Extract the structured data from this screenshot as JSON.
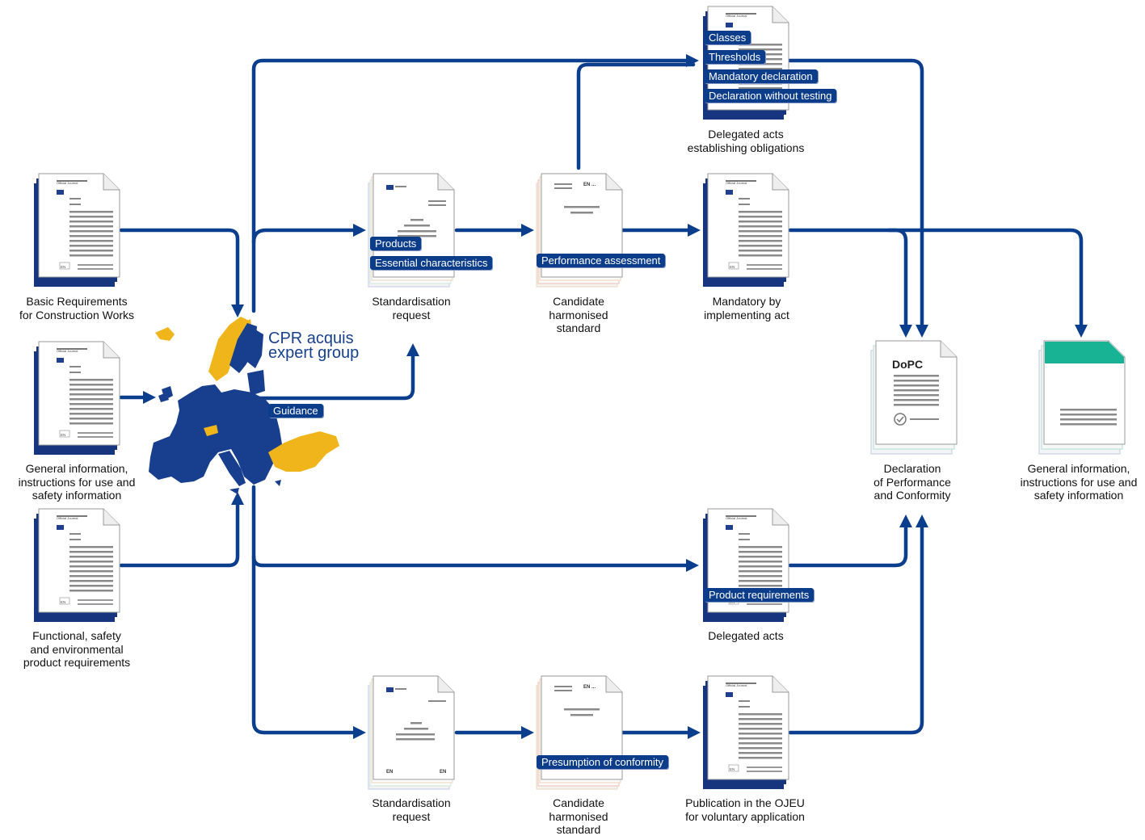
{
  "colors": {
    "arrow": "#0b3e8c",
    "eu_blue": "#173f8e",
    "eu_yellow": "#f1b51c",
    "teal": "#17b394",
    "tag_bg": "#0c3d8a"
  },
  "documents": {
    "basic_requirements": {
      "caption": "Basic Requirements\nfor Construction Works",
      "icon": "official-journal-stack-icon"
    },
    "general_information_input": {
      "caption": "General information,\ninstructions for use and\nsafety information",
      "icon": "official-journal-stack-icon"
    },
    "product_requirements_input": {
      "caption": "Functional, safety\nand environmental\nproduct requirements",
      "icon": "official-journal-stack-icon"
    },
    "standardisation_request_top": {
      "caption": "Standardisation\nrequest",
      "tags": [
        "Products",
        "Essential characteristics"
      ]
    },
    "candidate_standard_top": {
      "caption": "Candidate\nharmonised\nstandard",
      "code": "EN ...",
      "tag": "Performance assessment"
    },
    "delegated_acts_obligations": {
      "caption": "Delegated acts\nestablishing obligations",
      "tags": [
        "Classes",
        "Thresholds",
        "Mandatory declaration",
        "Declaration without testing"
      ]
    },
    "implementing_act": {
      "caption": "Mandatory by\nimplementing act"
    },
    "dopc": {
      "caption": "Declaration\nof Performance\nand Conformity",
      "title": "DoPC"
    },
    "general_information_output": {
      "caption": "General information,\ninstructions for use and\nsafety information"
    },
    "delegated_acts": {
      "caption": "Delegated acts",
      "tag": "Product requirements"
    },
    "standardisation_request_bottom": {
      "caption": "Standardisation\nrequest",
      "code": "EN"
    },
    "candidate_standard_bottom": {
      "caption": "Candidate\nharmonised\nstandard",
      "code": "EN ...",
      "tag": "Presumption of conformity"
    },
    "ojeu_publication": {
      "caption": "Publication in the OJEU\nfor voluntary application"
    }
  },
  "journal": {
    "masthead": "Official Journal",
    "language": "EN"
  },
  "expert_group": {
    "title": "CPR acquis\nexpert group",
    "tag": "Guidance"
  }
}
